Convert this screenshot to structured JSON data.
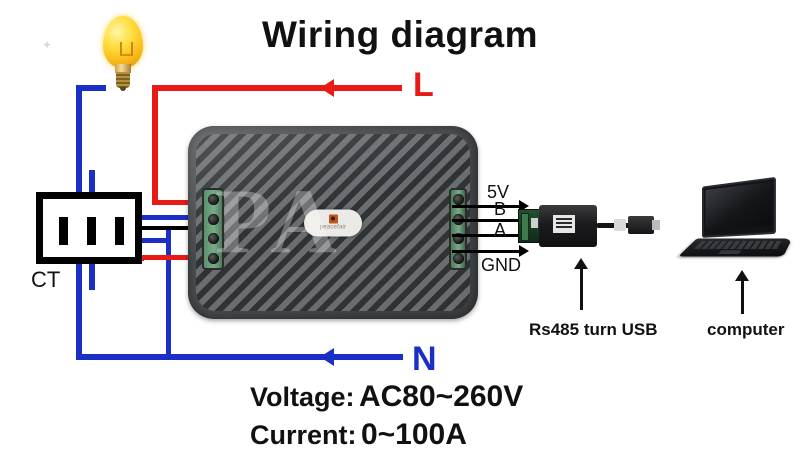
{
  "title": "Wiring diagram",
  "labels": {
    "live": "L",
    "neutral": "N",
    "ct": "CT",
    "watermark": "PA"
  },
  "device": {
    "logo_text": "peacefair",
    "logo_mark_color": "#c0571b",
    "body_color": "#4b4e51",
    "terminal_block_color": "#79ab86"
  },
  "left_terminals": [
    {
      "wire_color": "#e81a16",
      "name": "terminal-1-live-in"
    },
    {
      "wire_color": "#1b2fc6",
      "name": "terminal-2-neutral-in"
    },
    {
      "wire_color": "#000000",
      "name": "terminal-3-ct-black"
    },
    {
      "wire_color": "#e81a16",
      "name": "terminal-4-ct-red"
    }
  ],
  "right_terminals": [
    {
      "label": "5V"
    },
    {
      "label": "B"
    },
    {
      "label": "A"
    },
    {
      "label": "GND"
    }
  ],
  "captions": {
    "adapter": "Rs485 turn USB",
    "computer": "computer"
  },
  "specs": [
    {
      "key": "Voltage:",
      "value": "AC80~260V"
    },
    {
      "key": "Current:",
      "value": "0~100A"
    }
  ],
  "colors": {
    "live_wire": "#e81a16",
    "neutral_wire": "#1b2fc6",
    "signal_wire": "#000000",
    "background": "#ffffff",
    "text": "#111111"
  },
  "icons": {
    "bulb": "light-bulb-icon",
    "ct": "current-transformer-icon",
    "adapter": "rs485-usb-adapter-icon",
    "laptop": "laptop-computer-icon",
    "arrow_left": "arrow-left-icon",
    "arrow_up": "arrow-up-icon"
  }
}
